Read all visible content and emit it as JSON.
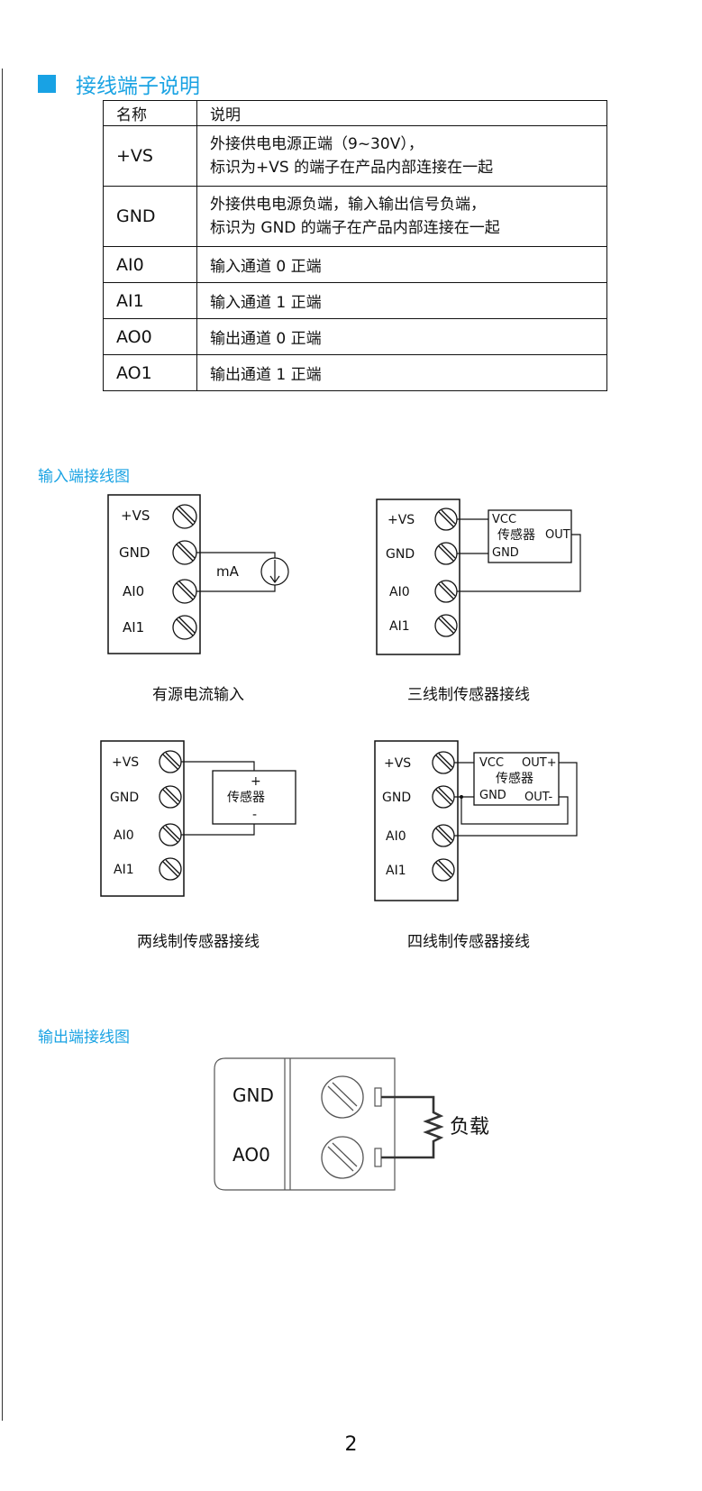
{
  "section": {
    "title": "接线端子说明"
  },
  "table": {
    "headers": [
      "名称",
      "说明"
    ],
    "rows": [
      {
        "name": "+VS",
        "line1": "外接供电电源正端（9~30V），",
        "line2": "标识为+VS 的端子在产品内部连接在一起"
      },
      {
        "name": "GND",
        "line1": "外接供电电源负端，输入输出信号负端，",
        "line2": "标识为 GND 的端子在产品内部连接在一起"
      },
      {
        "name": "AI0",
        "line1": "输入通道 0 正端"
      },
      {
        "name": "AI1",
        "line1": "输入通道 1 正端"
      },
      {
        "name": "AO0",
        "line1": "输出通道 0 正端"
      },
      {
        "name": "AO1",
        "line1": "输出通道 1 正端"
      }
    ]
  },
  "input_diagrams": {
    "title": "输入端接线图",
    "terminal_labels": [
      "+VS",
      "GND",
      "AI0",
      "AI1"
    ],
    "d1": {
      "caption": "有源电流输入",
      "meter": "mA"
    },
    "d2": {
      "caption": "三线制传感器接线",
      "vcc": "VCC",
      "sensor": "传感器",
      "out": "OUT",
      "gnd": "GND"
    },
    "d3": {
      "caption": "两线制传感器接线",
      "plus": "+",
      "sensor": "传感器",
      "minus": "-"
    },
    "d4": {
      "caption": "四线制传感器接线",
      "vcc": "VCC",
      "outp": "OUT+",
      "sensor": "传感器",
      "gnd": "GND",
      "outm": "OUT-"
    }
  },
  "output_diagram": {
    "title": "输出端接线图",
    "gnd": "GND",
    "ao0": "AO0",
    "load": "负载"
  },
  "page_number": "2"
}
